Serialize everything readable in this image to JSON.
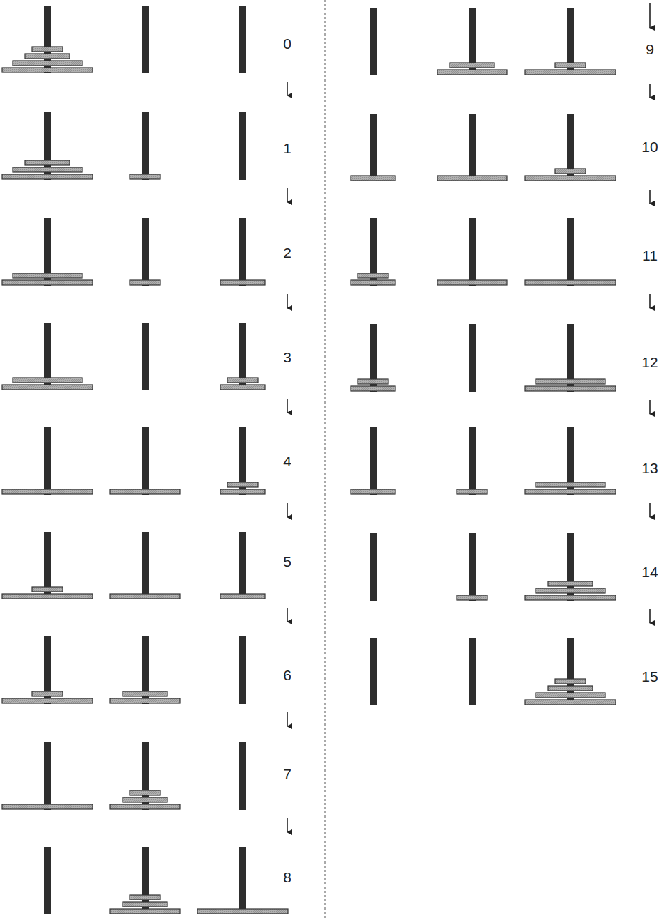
{
  "diagram": {
    "labels": [
      "0",
      "1",
      "2",
      "3",
      "4",
      "5",
      "6",
      "7",
      "8",
      "9",
      "10",
      "11",
      "12",
      "13",
      "14",
      "15"
    ]
  }
}
